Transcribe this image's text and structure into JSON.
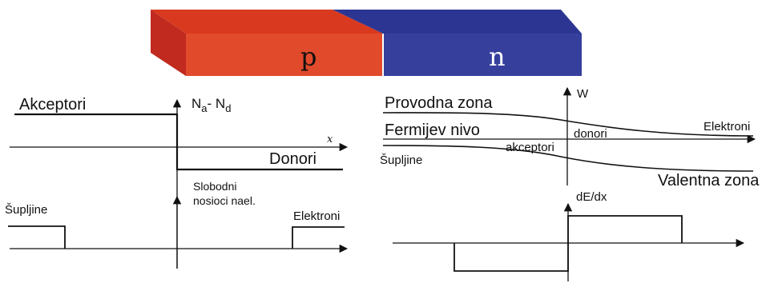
{
  "bar": {
    "p_label": "p",
    "n_label": "n",
    "colors": {
      "p_face": "#e0452a",
      "p_top": "#d0301f",
      "p_side": "#c92d22",
      "n_face": "#343e9a",
      "n_top": "#2a3490"
    }
  },
  "doping": {
    "acceptors_label": "Akceptori",
    "donors_label": "Donori",
    "y_axis_label_main": "N",
    "y_axis_sub_a": "a",
    "y_axis_minus": "- N",
    "y_axis_sub_d": "d",
    "x_axis_label": "x"
  },
  "carriers": {
    "y_axis_label_line1": "Slobodni",
    "y_axis_label_line2": "nosioci nael.",
    "holes_label": "Šupljine",
    "electrons_label": "Elektroni"
  },
  "bands": {
    "y_axis_label": "W",
    "conduction_label": "Provodna zona",
    "fermi_label": "Fermijev nivo",
    "donors_label": "donori",
    "acceptors_label": "akceptori",
    "electrons_label": "Elektroni",
    "holes_label": "Šupljine",
    "valence_label": "Valentna zona"
  },
  "field": {
    "y_axis_label": "dE/dx"
  }
}
